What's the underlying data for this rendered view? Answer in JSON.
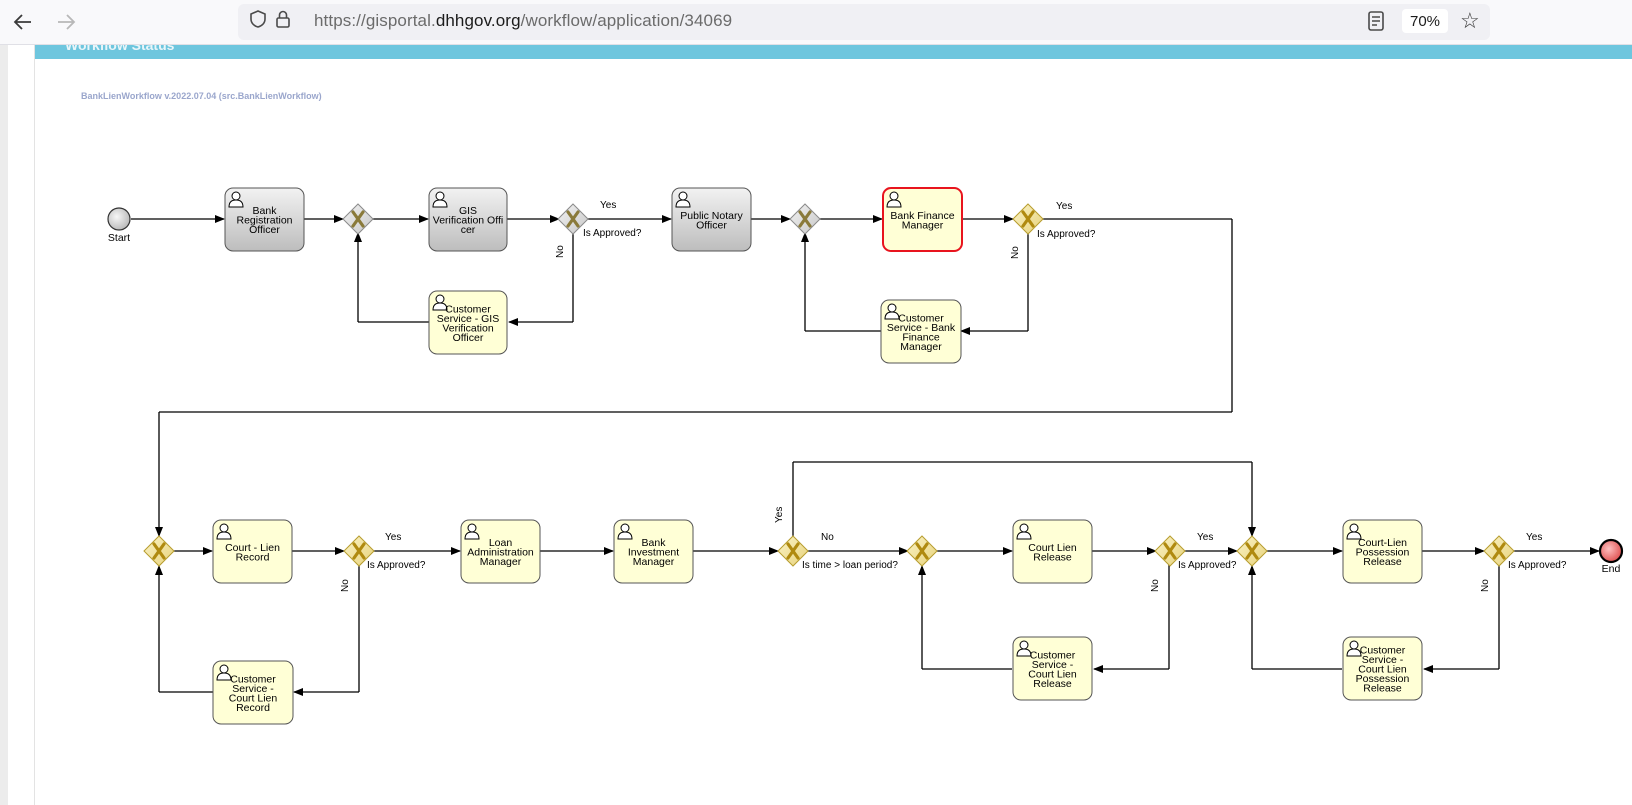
{
  "browser": {
    "url_prefix": "https://gisportal.",
    "url_domain": "dhhgov.org",
    "url_path": "/workflow/application/34069",
    "zoom": "70%",
    "icons": [
      "back-arrow-icon",
      "forward-arrow-icon",
      "shield-icon",
      "lock-icon",
      "reader-view-icon",
      "bookmark-star-icon"
    ]
  },
  "page": {
    "header_text": "Workflow Status",
    "header_color": "#6ec6de",
    "workflow_title": "BankLienWorkflow v.2022.07.04 (src.BankLienWorkflow)"
  },
  "diagram": {
    "colors": {
      "completed_fill": "#d3d3d3",
      "pending_fill": "#ffffd6",
      "active_border": "#e8141e",
      "gateway_fill": "#f5e9a4",
      "end_fill": "#f07070"
    },
    "events": {
      "start": "Start",
      "end": "End"
    },
    "tasks": {
      "bank_registration_officer": [
        "Bank",
        "Registration",
        "Officer"
      ],
      "gis_verification_officer": [
        "GIS",
        "Verification Offi",
        "cer"
      ],
      "cs_gis_verification_officer": [
        "Customer",
        "Service - GIS",
        "Verification",
        "Officer"
      ],
      "public_notary_officer": [
        "Public Notary",
        "Officer"
      ],
      "bank_finance_manager": [
        "Bank Finance",
        "Manager"
      ],
      "cs_bank_finance_manager": [
        "Customer",
        "Service - Bank",
        "Finance",
        "Manager"
      ],
      "court_lien_record": [
        "Court - Lien",
        "Record"
      ],
      "cs_court_lien_record": [
        "Customer",
        "Service -",
        "Court Lien",
        "Record"
      ],
      "loan_administration_manager": [
        "Loan",
        "Administration",
        "Manager"
      ],
      "bank_investment_manager": [
        "Bank",
        "Investment",
        "Manager"
      ],
      "court_lien_release": [
        "Court Lien",
        "Release"
      ],
      "cs_court_lien_release": [
        "Customer",
        "Service -",
        "Court Lien",
        "Release"
      ],
      "court_lien_possession_release": [
        "Court-Lien",
        "Possession",
        "Release"
      ],
      "cs_court_lien_possession_release": [
        "Customer",
        "Service -",
        "Court Lien",
        "Possession",
        "Release"
      ]
    },
    "labels": {
      "yes": "Yes",
      "no": "No",
      "is_approved": "Is Approved?",
      "is_time_gt_loan_period": "Is time > loan period?"
    }
  }
}
